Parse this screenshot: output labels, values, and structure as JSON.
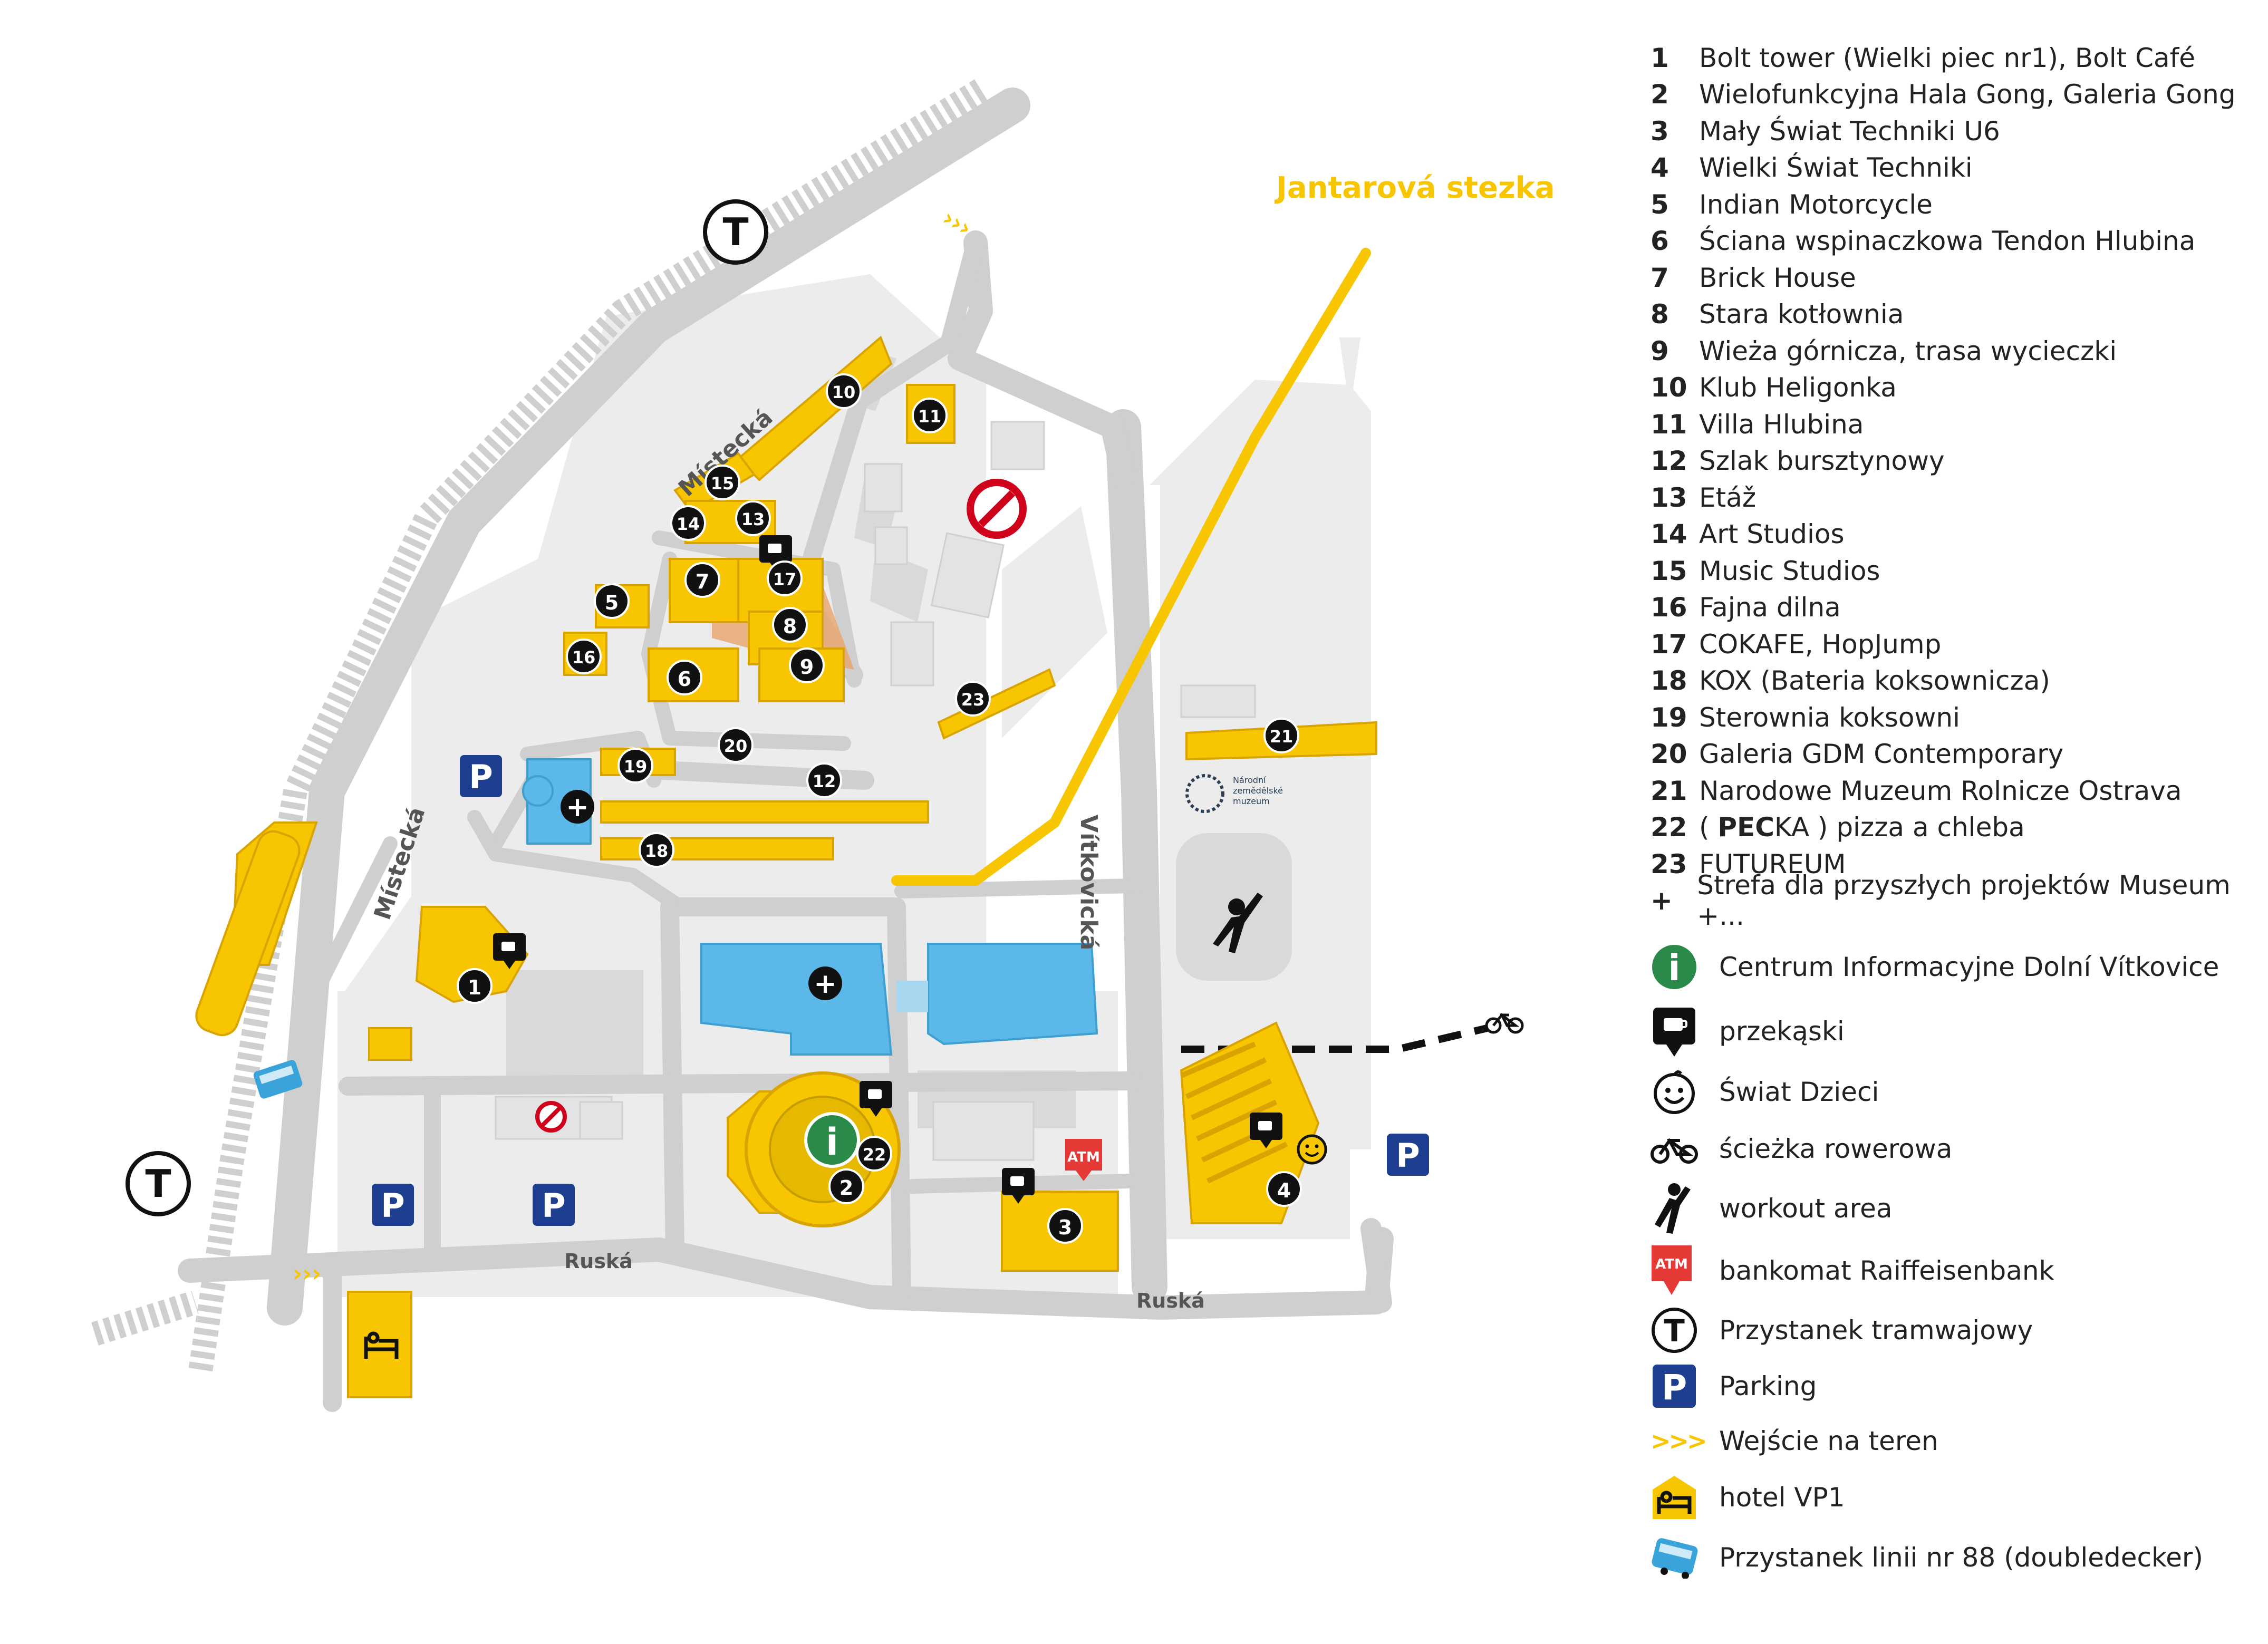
{
  "map": {
    "streets": {
      "mistecka_top": "Místecká",
      "mistecka_left": "Místecká",
      "vitkovicka": "Vítkovická",
      "ruska_1": "Ruská",
      "ruska_2": "Ruská"
    },
    "trail_label": "Jantarová stezka",
    "museum_logo_text": [
      "Národní",
      "zemědělské",
      "muzeum"
    ],
    "atm_text": "ATM",
    "tram_symbol": "T",
    "parking_symbol": "P",
    "info_symbol": "i",
    "plus_symbol": "+",
    "badges": {
      "b1": "1",
      "b2": "2",
      "b3": "3",
      "b4": "4",
      "b5": "5",
      "b6": "6",
      "b7": "7",
      "b8": "8",
      "b9": "9",
      "b10": "10",
      "b11": "11",
      "b12": "12",
      "b13": "13",
      "b14": "14",
      "b15": "15",
      "b16": "16",
      "b17": "17",
      "b18": "18",
      "b19": "19",
      "b20": "20",
      "b21": "21",
      "b22": "22",
      "b23": "23"
    },
    "colors": {
      "road": "#cfcfcf",
      "ground": "#ececec",
      "building_yellow": "#f7c600",
      "building_blue": "#5bb8e8",
      "trail": "#f7c600",
      "badge": "#111111",
      "parking": "#1e3f8f",
      "info": "#2a8a4a",
      "atm": "#e53935",
      "no_entry": "#d0021b",
      "bus": "#3aa3d9"
    }
  },
  "legend": {
    "items": [
      {
        "num": "1",
        "label": "Bolt tower (Wielki piec nr1), Bolt Café"
      },
      {
        "num": "2",
        "label": "Wielofunkcyjna Hala Gong, Galeria Gong"
      },
      {
        "num": "3",
        "label": "Mały Świat Techniki U6"
      },
      {
        "num": "4",
        "label": "Wielki Świat Techniki"
      },
      {
        "num": "5",
        "label": "Indian Motorcycle"
      },
      {
        "num": "6",
        "label": "Ściana wspinaczkowa Tendon Hlubina"
      },
      {
        "num": "7",
        "label": "Brick House"
      },
      {
        "num": "8",
        "label": "Stara kotłownia"
      },
      {
        "num": "9",
        "label": "Wieża górnicza, trasa wycieczki"
      },
      {
        "num": "10",
        "label": "Klub Heligonka"
      },
      {
        "num": "11",
        "label": "Villa Hlubina"
      },
      {
        "num": "12",
        "label": "Szlak bursztynowy"
      },
      {
        "num": "13",
        "label": "Etáž"
      },
      {
        "num": "14",
        "label": "Art Studios"
      },
      {
        "num": "15",
        "label": "Music Studios"
      },
      {
        "num": "16",
        "label": "Fajna dilna"
      },
      {
        "num": "17",
        "label": "COKAFE, HopJump"
      },
      {
        "num": "18",
        "label": "KOX (Bateria koksownicza)"
      },
      {
        "num": "19",
        "label": "Sterownia koksowni"
      },
      {
        "num": "20",
        "label": "Galeria GDM Contemporary"
      },
      {
        "num": "21",
        "label": "Narodowe Muzeum Rolnicze Ostrava"
      },
      {
        "num": "22",
        "label_pre": "( ",
        "label_bold": "PEC",
        "label_post": "KA ) pizza a chleba"
      },
      {
        "num": "23",
        "label": "FUTUREUM"
      },
      {
        "num": "+",
        "label": "Strefa dla przyszłych projektów Museum +..."
      }
    ],
    "symbols": [
      {
        "icon": "info-icon",
        "label": "Centrum Informacyjne Dolní Vítkovice"
      },
      {
        "icon": "snack-icon",
        "label": "przekąski"
      },
      {
        "icon": "kids-icon",
        "label": "Świat Dzieci"
      },
      {
        "icon": "bicycle-icon",
        "label": "ścieżka rowerowa"
      },
      {
        "icon": "workout-icon",
        "label": "workout area"
      },
      {
        "icon": "atm-icon",
        "label": "bankomat Raiffeisenbank"
      },
      {
        "icon": "tram-icon",
        "label": "Przystanek tramwajowy"
      },
      {
        "icon": "parking-icon",
        "label": "Parking"
      },
      {
        "icon": "entrance-icon",
        "label": "Wejście na teren"
      },
      {
        "icon": "hotel-icon",
        "label": "hotel VP1"
      },
      {
        "icon": "bus-icon",
        "label": "Przystanek linii nr 88 (doubledecker)"
      }
    ],
    "symbol_text": {
      "info": "i",
      "tram": "T",
      "parking": "P",
      "entrance": ">>>",
      "atm": "ATM"
    }
  }
}
